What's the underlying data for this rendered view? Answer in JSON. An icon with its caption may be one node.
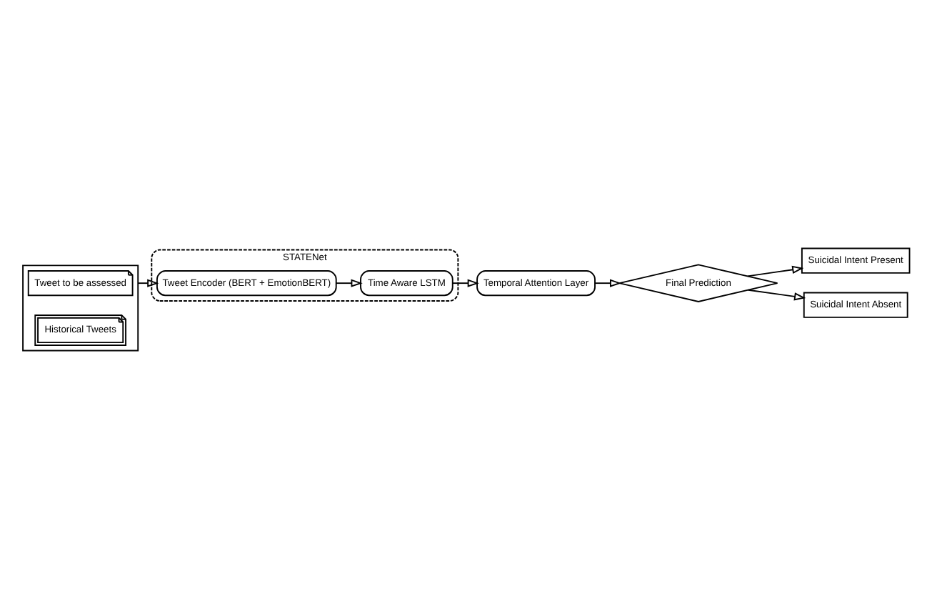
{
  "diagram": {
    "nodes": [
      {
        "text": [],
        "shape": "box"
      },
      {
        "text": [
          "Tweet to be assessed"
        ],
        "in": 0
      },
      {
        "text": [
          "Historical Tweets"
        ],
        "in": 0
      },
      {
        "text": [
          "STATENet"
        ]
      },
      {
        "text": [
          "Tweet Encoder (BERT + EmotionBERT)"
        ],
        "in": 3
      },
      {
        "text": [
          "Time Aware LSTM"
        ],
        "in": 3
      },
      {
        "text": [
          "Temporal Attention Layer"
        ]
      },
      {
        "text": [
          "Final Prediction"
        ]
      },
      {
        "text": [
          "Suicidal Intent Present"
        ]
      },
      {
        "text": [
          "Suicidal Intent Absent"
        ]
      }
    ],
    "edges": [
      {
        "from": 0,
        "to": 4,
        "arrow": "to"
      },
      {
        "from": 4,
        "to": 5,
        "arrow": "to"
      },
      {
        "from": 5,
        "to": 6,
        "arrow": "to"
      },
      {
        "from": 6,
        "to": 7,
        "arrow": "to"
      },
      {
        "from": 7,
        "to": 8,
        "arrow": "to"
      },
      {
        "from": 7,
        "to": 9,
        "arrow": "to"
      }
    ]
  }
}
